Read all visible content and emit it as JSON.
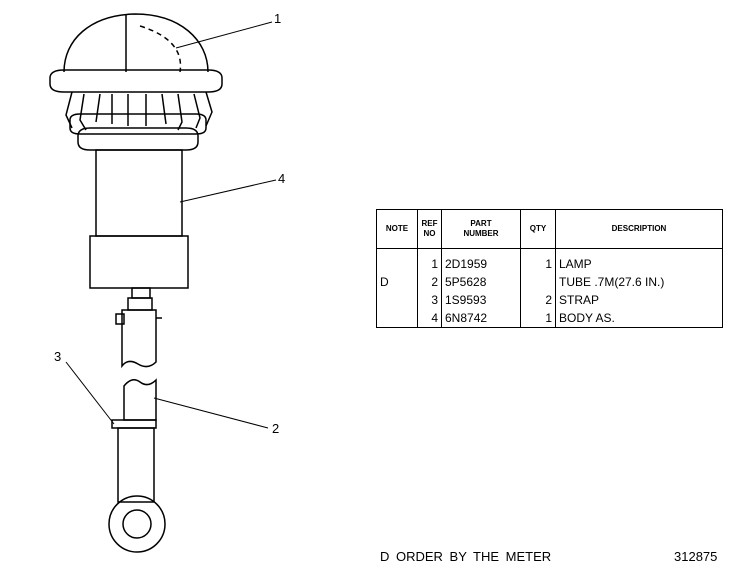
{
  "callouts": [
    "1",
    "2",
    "3",
    "4"
  ],
  "parts_table": {
    "headers": {
      "note": "NOTE",
      "ref_no": "REF\nNO",
      "part_number": "PART\nNUMBER",
      "qty": "QTY",
      "description": "DESCRIPTION"
    },
    "rows": [
      {
        "note": "",
        "ref": "1",
        "part": "2D1959",
        "qty": "1",
        "desc": "LAMP"
      },
      {
        "note": "D",
        "ref": "2",
        "part": "5P5628",
        "qty": "",
        "desc": "TUBE .7M(27.6 IN.)"
      },
      {
        "note": "",
        "ref": "3",
        "part": "1S9593",
        "qty": "2",
        "desc": "STRAP"
      },
      {
        "note": "",
        "ref": "4",
        "part": "6N8742",
        "qty": "1",
        "desc": "BODY AS."
      }
    ]
  },
  "footnote": "D  ORDER BY THE METER",
  "figure_number": "312875"
}
